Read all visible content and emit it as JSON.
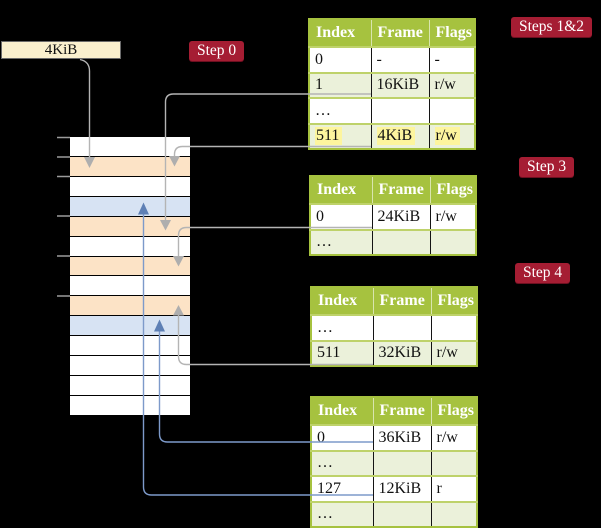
{
  "frame_label": {
    "text": "4KiB"
  },
  "badges": {
    "step0": "Step 0",
    "steps12": "Steps 1&2",
    "step3": "Step 3",
    "step4": "Step 4"
  },
  "memory": {
    "description": "physical memory map, one row per 4KiB frame, unlabeled address ticks on left",
    "rows": [
      {
        "color": "white"
      },
      {
        "color": "orange"
      },
      {
        "color": "white"
      },
      {
        "color": "blue"
      },
      {
        "color": "orange"
      },
      {
        "color": "white"
      },
      {
        "color": "orange"
      },
      {
        "color": "white"
      },
      {
        "color": "orange"
      },
      {
        "color": "blue"
      },
      {
        "color": "white"
      },
      {
        "color": "white"
      },
      {
        "color": "white"
      },
      {
        "color": "white"
      }
    ]
  },
  "tables": [
    {
      "step": "Steps 1&2",
      "headers": [
        "Index",
        "Frame",
        "Flags"
      ],
      "rows": [
        {
          "cells": [
            "0",
            "-",
            "-"
          ],
          "highlight": false
        },
        {
          "cells": [
            "1",
            "16KiB",
            "r/w"
          ],
          "highlight": false
        },
        {
          "cells": [
            "…",
            "",
            ""
          ],
          "highlight": false
        },
        {
          "cells": [
            "511",
            "4KiB",
            "r/w"
          ],
          "highlight": true
        }
      ]
    },
    {
      "step": "Step 3",
      "headers": [
        "Index",
        "Frame",
        "Flags"
      ],
      "rows": [
        {
          "cells": [
            "0",
            "24KiB",
            "r/w"
          ],
          "highlight": false
        },
        {
          "cells": [
            "…",
            "",
            ""
          ],
          "highlight": false
        }
      ]
    },
    {
      "step": "Step 4",
      "headers": [
        "Index",
        "Frame",
        "Flags"
      ],
      "rows": [
        {
          "cells": [
            "…",
            "",
            ""
          ],
          "highlight": false
        },
        {
          "cells": [
            "511",
            "32KiB",
            "r/w"
          ],
          "highlight": false
        }
      ]
    },
    {
      "step": "",
      "headers": [
        "Index",
        "Frame",
        "Flags"
      ],
      "rows": [
        {
          "cells": [
            "0",
            "36KiB",
            "r/w"
          ],
          "highlight": false
        },
        {
          "cells": [
            "…",
            "",
            ""
          ],
          "highlight": false
        },
        {
          "cells": [
            "127",
            "12KiB",
            "r"
          ],
          "highlight": false
        },
        {
          "cells": [
            "…",
            "",
            ""
          ],
          "highlight": false
        }
      ]
    }
  ],
  "connections": [
    {
      "from": "4KiB size label",
      "to": "memory frame 4KiB (row 2)",
      "color": "gray"
    },
    {
      "from": "table1 entry 1 (16KiB)",
      "to": "memory frame 16KiB (row 5)",
      "color": "gray"
    },
    {
      "from": "table1 entry 511 (4KiB)",
      "to": "memory frame 4KiB (row 2)",
      "color": "gray"
    },
    {
      "from": "table2 entry 0 (24KiB)",
      "to": "memory frame 24KiB (row 7)",
      "color": "gray"
    },
    {
      "from": "table3 entry 511 (32KiB)",
      "to": "memory frame 32KiB (row 9)",
      "color": "gray"
    },
    {
      "from": "table4 entry 0 (36KiB)",
      "to": "memory frame 36KiB (row 10)",
      "color": "blue"
    },
    {
      "from": "table4 entry 127 (12KiB)",
      "to": "memory frame 12KiB (row 4)",
      "color": "blue"
    }
  ],
  "colors": {
    "background": "#000000",
    "table_header_green": "#a6c23f",
    "table_row_green": "#ebf1da",
    "row_separator_green": "#bed26a",
    "memory_orange": "#fce3c6",
    "memory_blue": "#d7e3f3",
    "label_cream": "#faf0ce",
    "badge_red": "#a51d33",
    "highlight_yellow": "#fdf59e",
    "gray_connector": "#b4b4b4",
    "blue_connector": "#7d9aca"
  }
}
